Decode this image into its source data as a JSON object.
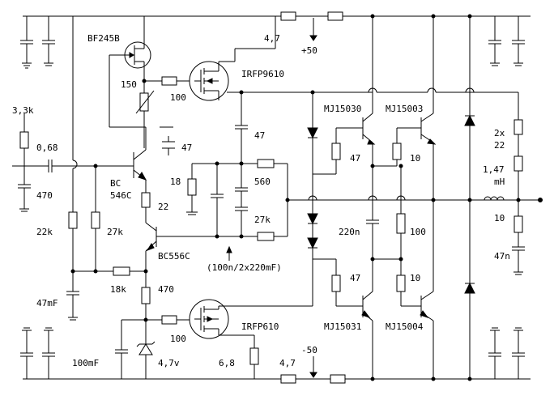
{
  "labels": {
    "jfet": "BF245B",
    "r_jfet": "150",
    "r_gate_top": "100",
    "mos_top": "IRFP9610",
    "r_top_rail": "4,7",
    "v_pos": "+50",
    "r_in": "3,3k",
    "c_in": "0,68",
    "c_in_gnd": "470",
    "bc546": "BC\n546C",
    "c47_driver": "47",
    "c47_mid": "47",
    "r18": "18",
    "r560": "560",
    "r27k_bias": "27k",
    "r22": "22",
    "r22k": "22k",
    "r27k": "27k",
    "bc556": "BC556C",
    "c_bias_note": "(100n/2x220mF)",
    "r18k": "18k",
    "r470": "470",
    "c47mf": "47mF",
    "c100mf": "100mF",
    "zener": "4,7v",
    "r_gate_bot": "100",
    "mos_bot": "IRFP610",
    "r68": "6,8",
    "r_bot_rail": "4,7",
    "v_neg": "-50",
    "mj15030": "MJ15030",
    "mj15003": "MJ15003",
    "mj15031": "MJ15031",
    "mj15004": "MJ15004",
    "r47_upper": "47",
    "r10_upper": "10",
    "c220n": "220n",
    "r100": "100",
    "r47_lower": "47",
    "r10_lower": "10",
    "r2x22": "2x\n22",
    "inductor": "1,47\nmH",
    "zobel_r": "10",
    "zobel_c": "47n"
  }
}
